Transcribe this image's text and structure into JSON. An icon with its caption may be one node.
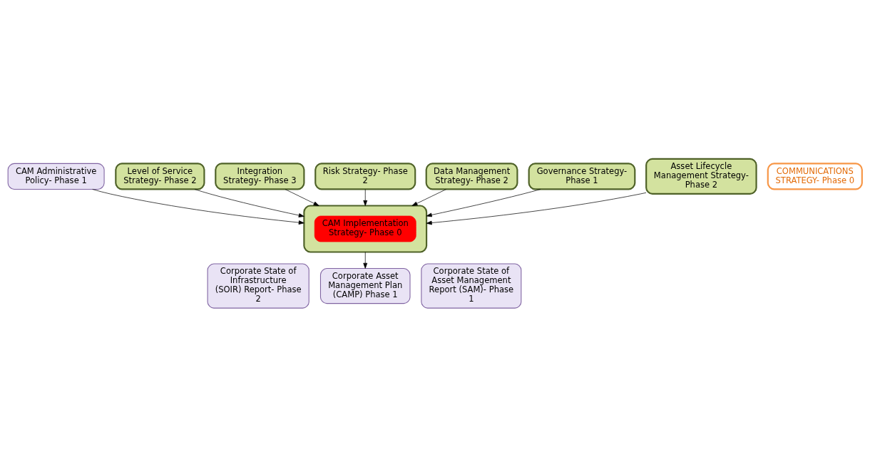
{
  "diagram": {
    "nodes": [
      {
        "text": [
          "CAM Administrative Policy- Phase 1"
        ]
      },
      {
        "text": [
          "Level of Service Strategy- Phase 2"
        ]
      },
      {
        "text": [
          "Integration Strategy- Phase 3"
        ]
      },
      {
        "text": [
          "Risk Strategy- Phase 2"
        ]
      },
      {
        "text": [
          "Data Management Strategy- Phase 2"
        ]
      },
      {
        "text": [],
        "shape": "box"
      },
      {
        "text": [
          "CAM Implementation Strategy- Phase 0"
        ],
        "in": 5
      },
      {
        "text": [
          "Governance Strategy- Phase 1"
        ]
      },
      {
        "text": [
          "COMMUNICATIONS STRATEGY- Phase 0"
        ]
      },
      {
        "text": [
          "Asset Lifecycle Management Strategy- Phase 2"
        ]
      },
      {
        "text": [
          "Corporate State of Infrastructure (SOIR) Report- Phase 2"
        ]
      },
      {
        "text": [
          "Corporate Asset Management Plan (CAMP) Phase 1"
        ]
      },
      {
        "text": [
          "Corporate State of Asset Management Report (SAM)- Phase 1"
        ]
      }
    ],
    "edges": [
      {
        "from": 0,
        "to": 5,
        "arrow": "to"
      },
      {
        "from": 1,
        "to": 5,
        "arrow": "to"
      },
      {
        "from": 2,
        "to": 5,
        "arrow": "to"
      },
      {
        "from": 3,
        "to": 5,
        "arrow": "to"
      },
      {
        "from": 4,
        "to": 5,
        "arrow": "to"
      },
      {
        "from": 7,
        "to": 5,
        "arrow": "to"
      },
      {
        "from": 9,
        "to": 5,
        "arrow": "to"
      },
      {
        "from": 5,
        "to": 11,
        "arrow": "to"
      }
    ]
  }
}
